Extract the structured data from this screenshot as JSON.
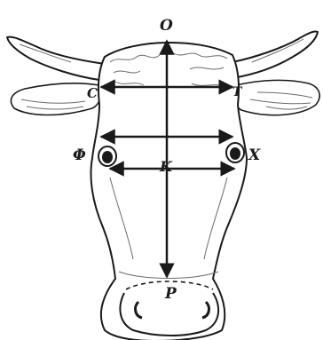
{
  "diagram": {
    "labels": {
      "top": "O",
      "left_horn": "C",
      "right_horn": "T",
      "left_eye": "Φ",
      "right_eye": "X",
      "center": "K",
      "muzzle": "P"
    },
    "colors": {
      "ink": "#1a1a1a",
      "paper": "#ffffff",
      "shade": "#6b6b6b"
    }
  }
}
